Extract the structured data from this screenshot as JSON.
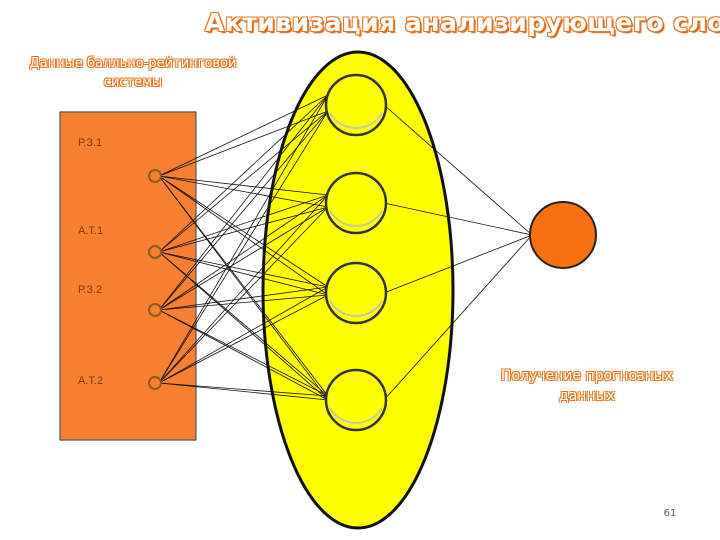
{
  "title": "Активизация анализирующего слоя",
  "input_block": {
    "heading": "Данные балльно-рейтинговой системы",
    "inputs": [
      "Р.З.1",
      "А.Т.1",
      "Р.З.2",
      "А.Т.2"
    ]
  },
  "output_label": "Получение прогнозных данных",
  "page_number": "61",
  "colors": {
    "input_box": "#f98030",
    "hidden_layer": "#ffff00",
    "hidden_node": "#ffff00",
    "output_node": "#f97010",
    "label_accent": "#e8741e"
  }
}
